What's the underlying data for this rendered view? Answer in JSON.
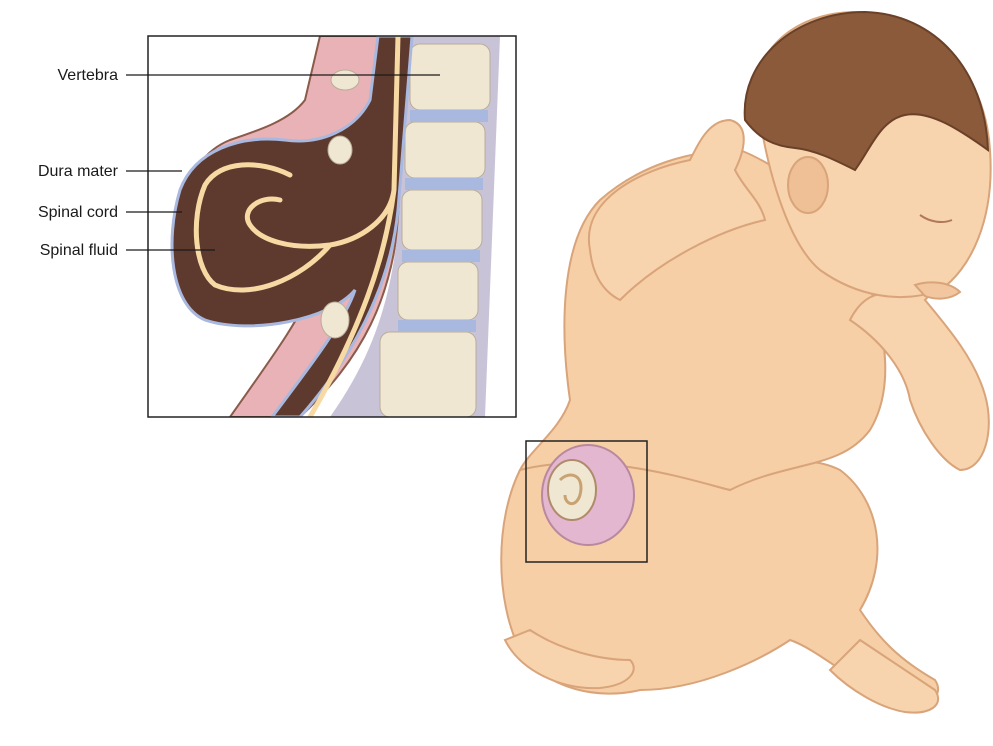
{
  "labels": {
    "vertebra": "Vertebra",
    "dura_mater": "Dura mater",
    "spinal_cord": "Spinal cord",
    "spinal_fluid": "Spinal fluid"
  },
  "colors": {
    "skin": "#f6cfa6",
    "skin_shadow": "#eab88d",
    "hair": "#8a5a3a",
    "sac": "#e2b7cf",
    "dural_fluid": "#5e3a2e",
    "spinal_cord": "#f7d9a4",
    "bone": "#efe7d2",
    "disc": "#a9b8de",
    "tissue_pink": "#e8b2b6"
  }
}
